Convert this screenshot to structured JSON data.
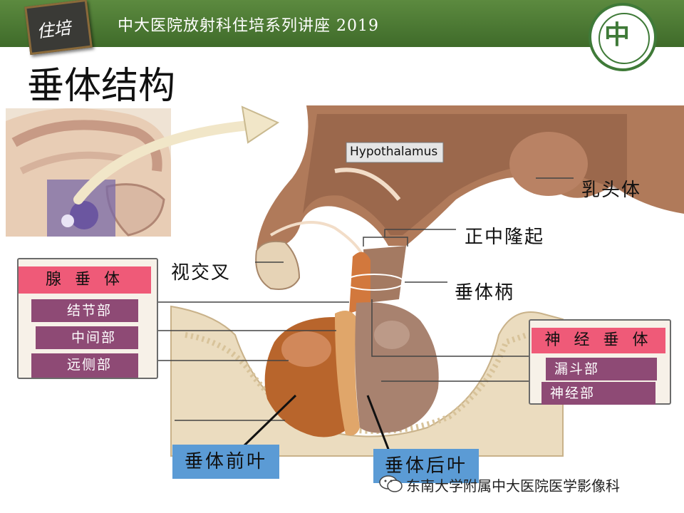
{
  "header": {
    "badge_text": "住培",
    "title": "中大医院放射科住培系列讲座 2019",
    "logo_icon": "hospital-seal-icon"
  },
  "page_title": "垂体结构",
  "diagram": {
    "inset_label": "Hypothalamus",
    "labels": {
      "mammillary": "乳头体",
      "median_eminence": "正中隆起",
      "optic_chiasm": "视交叉",
      "stalk": "垂体柄",
      "anterior_lobe": "垂体前叶",
      "posterior_lobe": "垂体后叶"
    },
    "adeno": {
      "title": "腺 垂 体",
      "parts": [
        "结节部",
        "中间部",
        "远侧部"
      ]
    },
    "neuro": {
      "title": "神 经 垂 体",
      "parts": [
        "漏斗部",
        "神经部"
      ]
    }
  },
  "watermark": {
    "icon": "wechat-icon",
    "text": "东南大学附属中大医院医学影像科"
  },
  "colors": {
    "header": "#4a7a35",
    "pink_label": "#ef5a78",
    "purple_label": "#8e4a75",
    "blue_label": "#5b9bd5",
    "tissue": "#c9946a",
    "anterior": "#b5652e",
    "posterior": "#a07a66",
    "bone": "#e6d6b8"
  }
}
